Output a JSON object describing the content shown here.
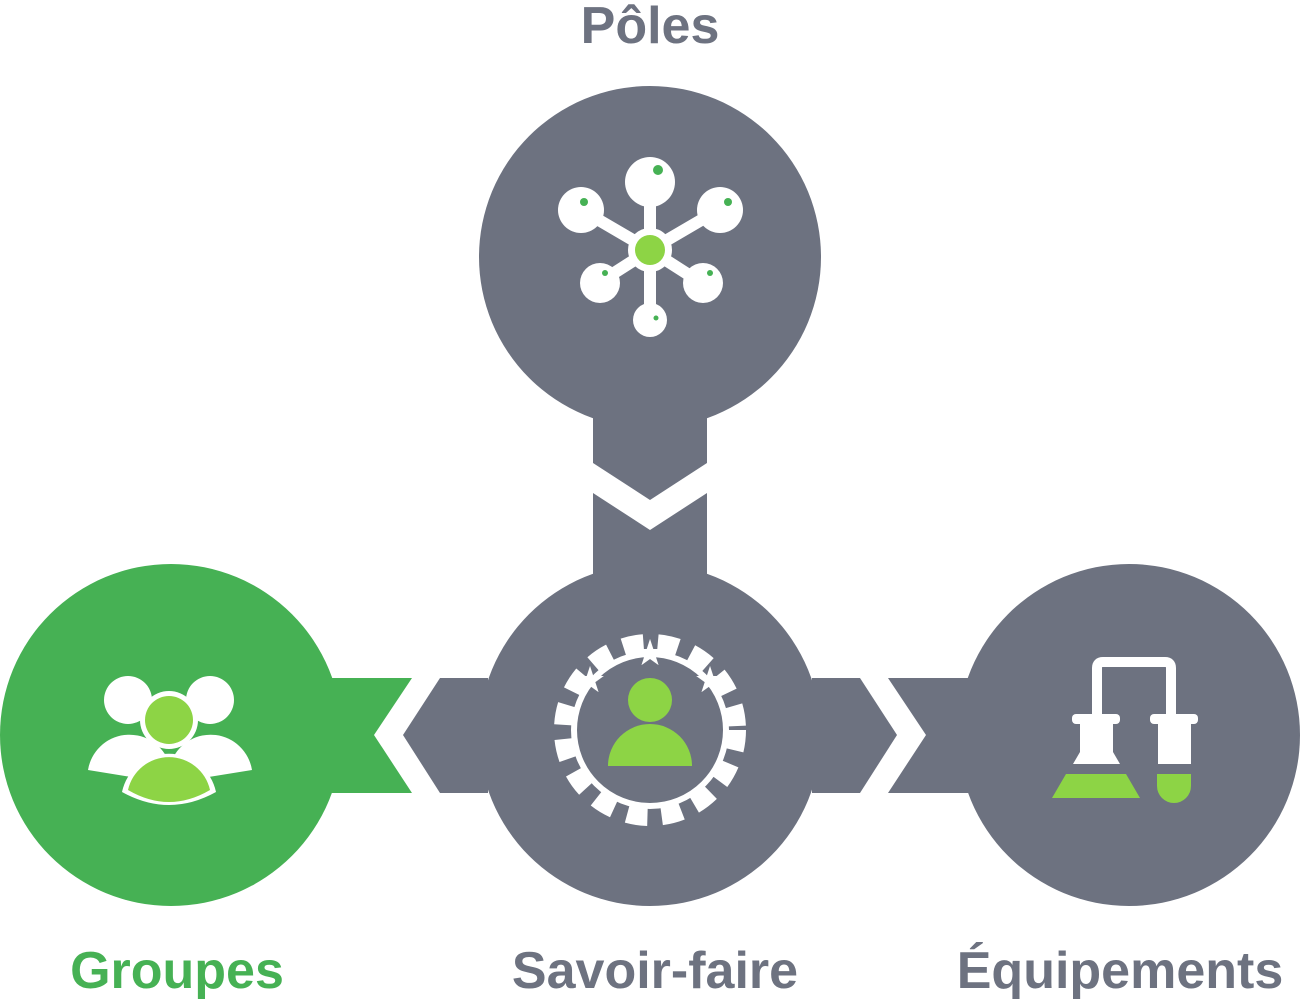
{
  "colors": {
    "gray": "#6d7280",
    "green": "#46b154",
    "light_green": "#8dd445"
  },
  "nodes": {
    "poles": {
      "label": "Pôles",
      "icon": "network-nodes-icon"
    },
    "groupes": {
      "label": "Groupes",
      "icon": "people-group-icon"
    },
    "savoir_faire": {
      "label": "Savoir-faire",
      "icon": "gear-person-stars-icon"
    },
    "equipements": {
      "label": "Équipements",
      "icon": "lab-flask-tube-icon"
    }
  }
}
